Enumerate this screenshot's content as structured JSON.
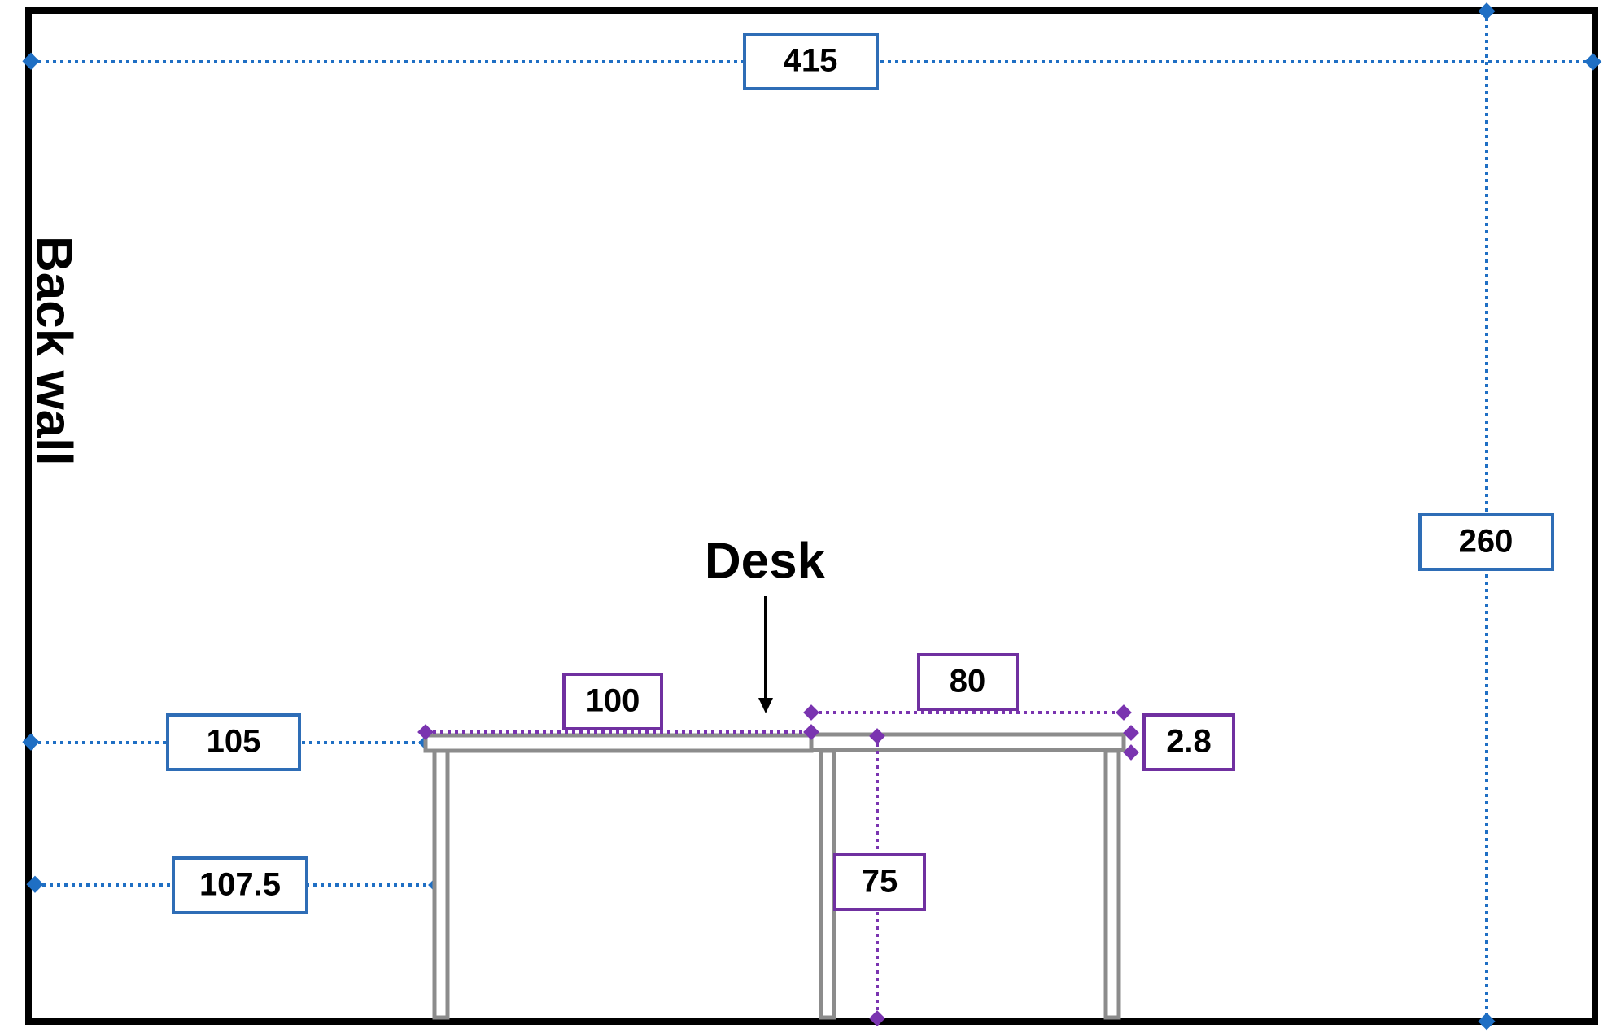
{
  "labels": {
    "back_wall": "Back wall",
    "desk": "Desk"
  },
  "dimensions": {
    "wall_width": "415",
    "wall_height": "260",
    "desk_offset": "105",
    "leg_offset": "107.5",
    "desk_length": "100",
    "desk_depth": "80",
    "desk_height": "75",
    "top_thickness": "2.8"
  },
  "colors": {
    "room_dimensions": "#1f6fc4",
    "desk_dimensions": "#7a34b0",
    "desk_outline": "#8c8c8c",
    "wall_outline": "#000000"
  }
}
